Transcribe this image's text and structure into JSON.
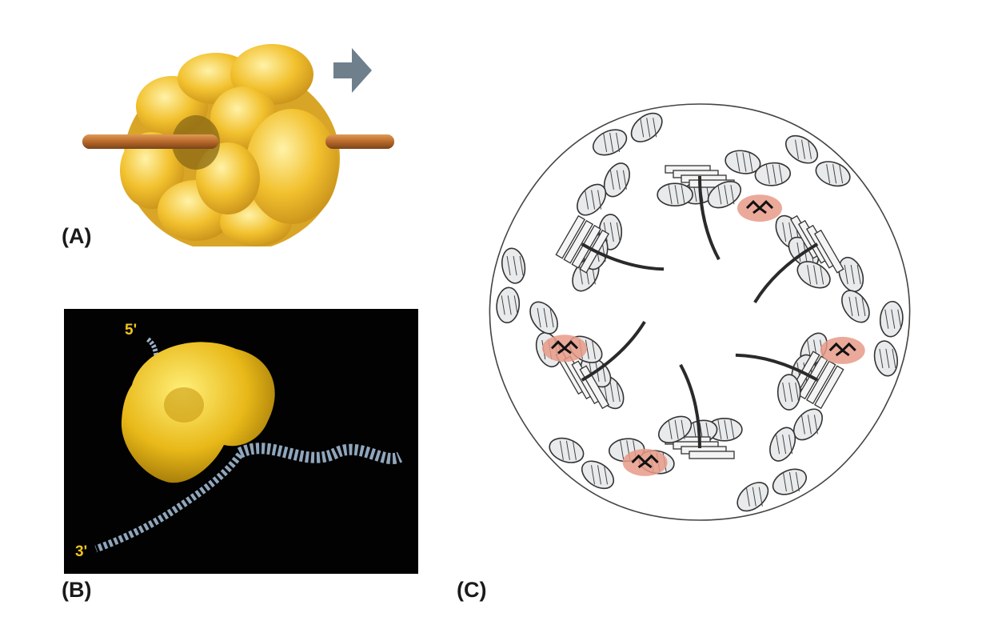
{
  "panels": {
    "a": {
      "label": "(A)"
    },
    "b": {
      "label": "(B)",
      "five_prime": "5'",
      "three_prime": "3'"
    },
    "c": {
      "label": "(C)"
    }
  },
  "colors": {
    "protein_yellow": "#f2c12e",
    "dna_rod": "#b8692a",
    "arrow": "#6f7f8c",
    "end_label": "#f0c420",
    "ribbon": "#e8eaec",
    "ribbon_dark": "#2a2a2a",
    "binding_site": "#e89a88",
    "panel_b_background": "#020202"
  },
  "icons": {
    "direction_arrow": "right-arrow-icon"
  }
}
